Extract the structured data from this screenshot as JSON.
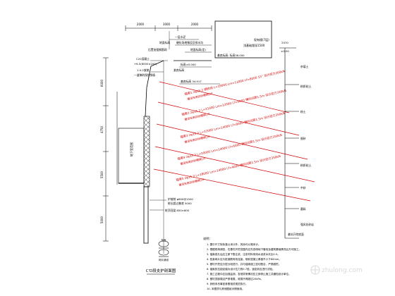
{
  "drawing": {
    "title": "C'D段支护剖面图",
    "top_dims": [
      "2000",
      "3000",
      "2000"
    ],
    "building_box": {
      "line1": "现有楼(7层)",
      "line2": "浅基础埋深1500"
    },
    "building_base_note": "基底标高: 标高36.000",
    "upper_notes": [
      "一层水泥",
      "硬化场地铺设及排水沟",
      "地面标高(定)",
      "地面标高",
      "后置加强钢筋网"
    ],
    "left_notes": {
      "slope_a": "C20混凝土",
      "elev_a": "+6.5(6000×200)",
      "slope_b": "1:0.2放坡",
      "slope_c": "一道稿利保护钢条"
    },
    "building_note": "某底标高",
    "elevation_notes": [
      "标高±0.000",
      "基底标高 34.917"
    ],
    "left_vertical_dims": [
      "6000",
      "4750",
      "5500",
      "5000"
    ],
    "underground_label": "地下室范围",
    "anchors": [
      {
        "text": "锚索1 2φ15.2 钢绞线 L=19000 Lm=11000 Lf=8000 15° 设计拉力300kN",
        "sub": "腰梁采用双拼槽钢[20"
      },
      {
        "text": "锚索2 2φ15.2 L=21000 Lm=12000 Lf=9000 横向间距1.5m 设计拉力320kN",
        "sub": "腰梁采用双拼槽钢[20"
      },
      {
        "text": "锚索3 2φ15.2 L=22000 Lm=14000 Lf=8000 横向间距1.5m 设计拉力350kN",
        "sub": "腰梁采用双拼槽钢[20"
      },
      {
        "text": "锚索4 2φ15.2 L=20000 Lm=14000 Lf=6000 横向间距1.5m 设计拉力350kN",
        "sub": "腰梁采用双拼槽钢[20"
      },
      {
        "text": "锚索5 2φ15.2 L=18000 Lm=14000 Lf=4000 横向间距1.5m 设计拉力350kN",
        "sub": "腰梁采用双拼槽钢[20"
      }
    ],
    "lower_notes": [
      "护坡桩 φ800@1500",
      "桩长超过基底 5000",
      "桩顶冠梁 800×600"
    ],
    "right_column_top": [
      "2070",
      "±0.00"
    ],
    "right_column_labels": [
      "杂填土",
      "粉质粘土",
      "粉土",
      "细砂",
      "粉质粘土",
      "中砂",
      "圆砾",
      "强风化砂岩"
    ],
    "right_column_bottom": "基坑开挖底面",
    "section_label": "剖面",
    "section_sub": "网片铺设",
    "notes_title": "说明：",
    "notes": [
      "1. 图中尺寸除标高以米计外，其余均以毫米计。",
      "2. 根据现场调查，在基坑开挖范围内应先查明地下管线及建筑基础情况后方可施工。",
      "3. 锚索成孔后应立即下筋注浆，注浆材料采用水泥浆水灰比0.5。",
      "4. 桩身网片应与桩钢筋有效连接，喷射混凝土厚度不小于80mm。",
      "5. 基坑开挖应分层分段进行，并与锚索施工密切配合，严禁超挖。",
      "6. 锚索张拉锁定值为设计拉力的0.7倍，锁定前应进行试验。",
      "7. 施工过程中应加强监测，发现异常情况应立即停止施工并通知设计单位。",
      "8. 基坑顶部周边严禁堆载，堆载不得超过20kPa。",
      "9. 其他未尽事宜参照相关规范执行。",
      "10. 本图须与其他图纸对照使用。"
    ],
    "watermark_text": "zhulong.com",
    "colors": {
      "ink": "#000000",
      "anchor_red": "#d40000",
      "watermark": "#d0d0d0"
    }
  }
}
